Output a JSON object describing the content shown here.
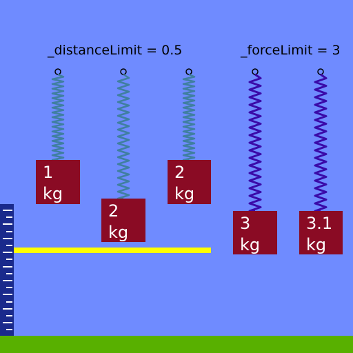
{
  "labels": {
    "distance": "_distanceLimit = 0.5",
    "force": "_forceLimit = 3"
  },
  "masses": [
    {
      "value": "1",
      "unit": "kg"
    },
    {
      "value": "2",
      "unit": "kg"
    },
    {
      "value": "2",
      "unit": "kg"
    },
    {
      "value": "3",
      "unit": "kg"
    },
    {
      "value": "3.1",
      "unit": "kg"
    }
  ],
  "colors": {
    "background": "#6f8bff",
    "ground": "#58b000",
    "mass": "#8a0b24",
    "spring_green": "#3f7fa0",
    "spring_purple": "#3a0aa8",
    "limit_bar": "#ffff00",
    "ruler": "#1a2a8c"
  }
}
